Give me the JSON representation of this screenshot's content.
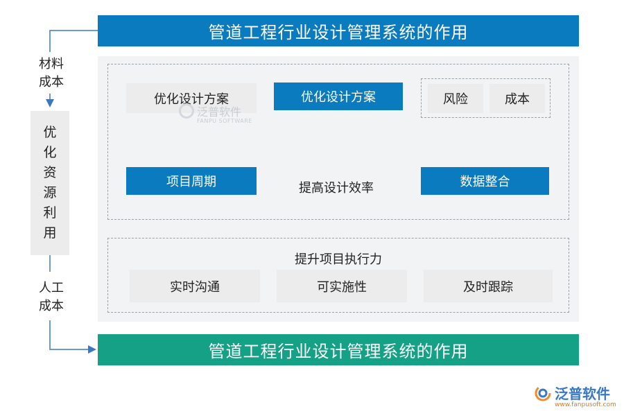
{
  "title_top": "管道工程行业设计管理系统的作用",
  "title_bottom": "管道工程行业设计管理系统的作用",
  "left": {
    "top_label": [
      "材料",
      "成本"
    ],
    "center_chars": [
      "优",
      "化",
      "资",
      "源",
      "利",
      "用"
    ],
    "bottom_label": [
      "人工",
      "成本"
    ]
  },
  "upper_section": {
    "row1": {
      "box_grey": "优化设计方案",
      "box_blue": "优化设计方案",
      "risk": "风险",
      "cost": "成本"
    },
    "row2": {
      "left": "项目周期",
      "center": "提高设计效率",
      "right": "数据整合"
    }
  },
  "lower_section": {
    "heading": "提升项目执行力",
    "items": [
      "实时沟通",
      "可实施性",
      "及时跟踪"
    ]
  },
  "watermark": {
    "name": "泛普软件",
    "sub": "FANPU SOFTWARE"
  },
  "logo": {
    "name": "泛普软件",
    "url": "www.fanpusoft.com"
  },
  "colors": {
    "blue": "#0b7bbf",
    "green": "#15a185",
    "panel": "#f1f3f5",
    "grey_box": "#ececec"
  }
}
